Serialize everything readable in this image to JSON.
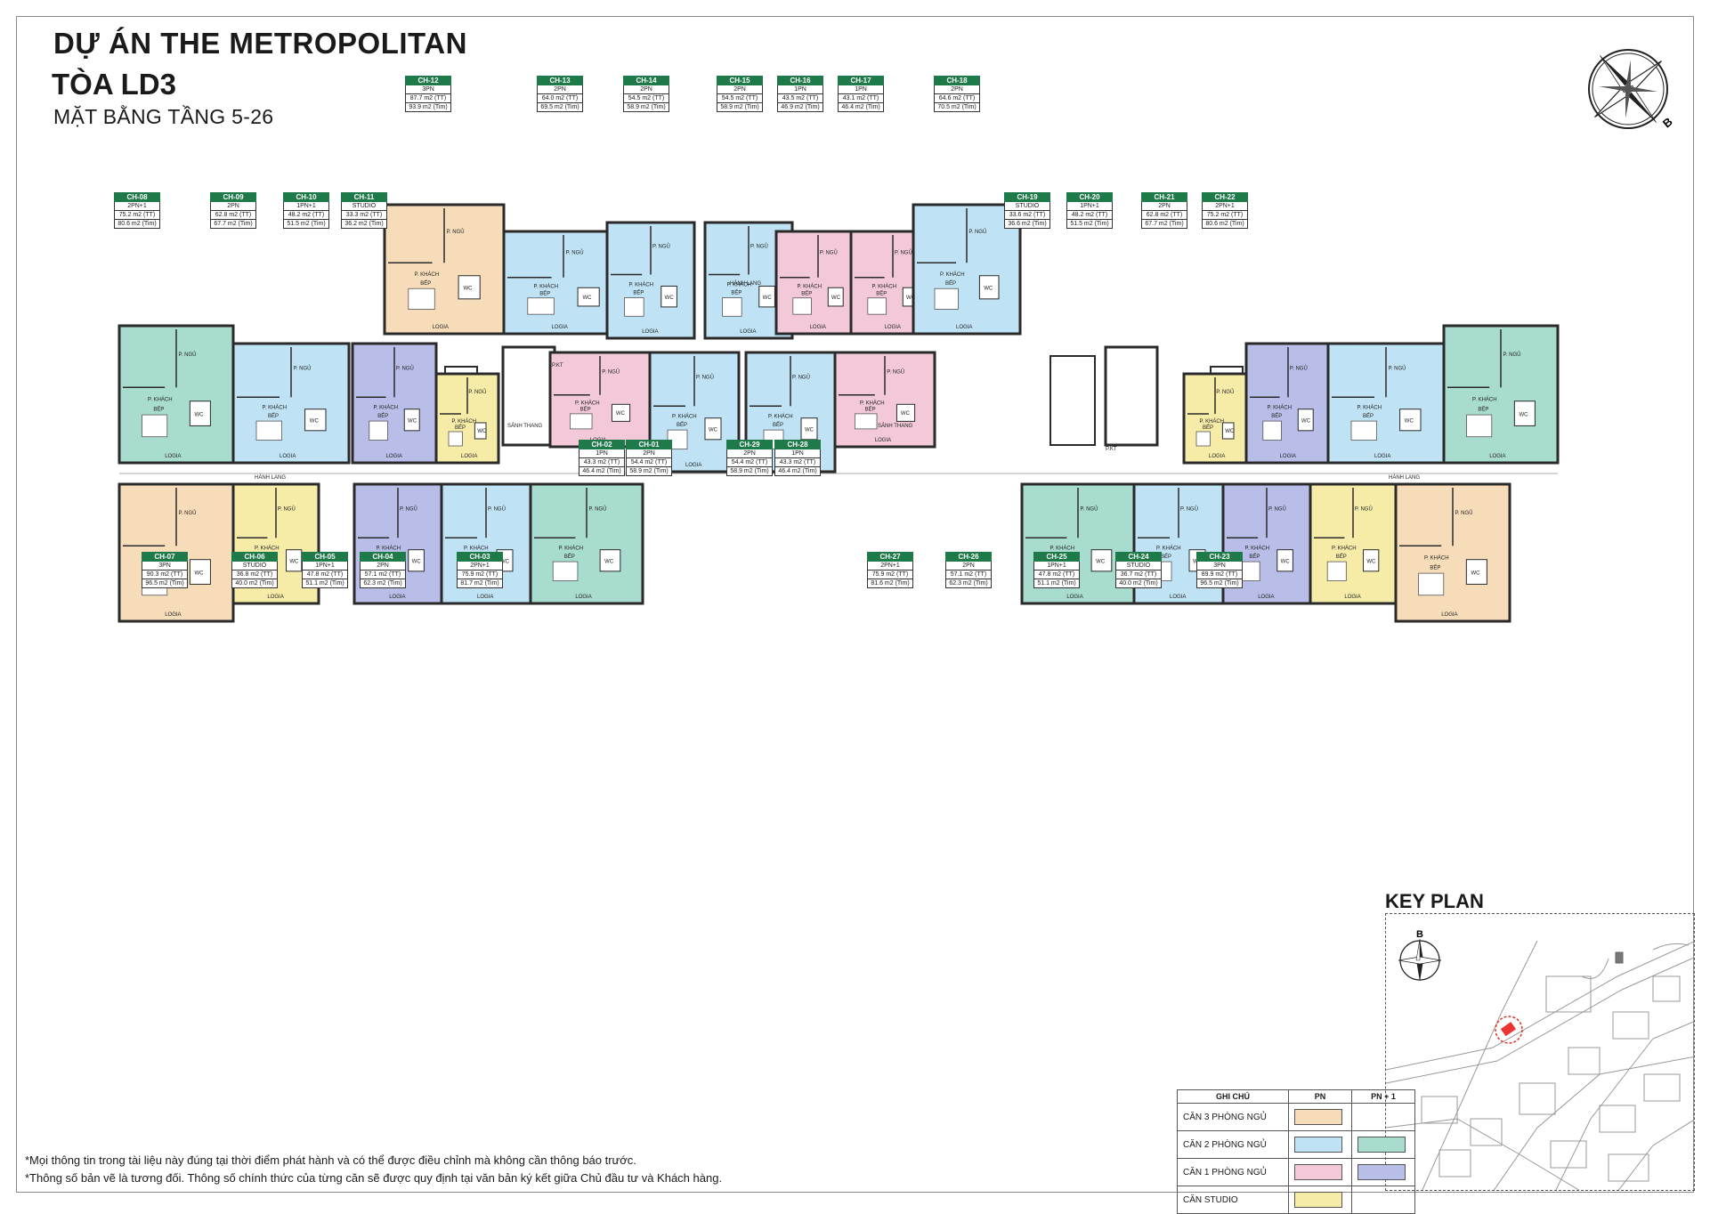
{
  "header": {
    "line1": "DỰ ÁN THE METROPOLITAN",
    "line2": "TÒA LD3",
    "line3": "MẶT BẰNG TẦNG 5-26"
  },
  "compass_letter": "B",
  "colors": {
    "three_bed": "#f6dcb8",
    "two_bed": "#bfe3f4",
    "two_bed_plus": "#a8dccf",
    "one_bed": "#f3c9d9",
    "one_bed_plus": "#b8bee8",
    "studio": "#f6eca8",
    "wall": "#2a2a2a",
    "header_green": "#1f7a4a"
  },
  "units": [
    {
      "code": "CH-01",
      "type": "2PN",
      "tt": "54.4 m2 (TT)",
      "tim": "58.9 m2 (Tim)"
    },
    {
      "code": "CH-02",
      "type": "1PN",
      "tt": "43.3 m2 (TT)",
      "tim": "46.4 m2 (Tim)"
    },
    {
      "code": "CH-03",
      "type": "2PN+1",
      "tt": "75.9 m2 (TT)",
      "tim": "81.7 m2 (Tim)"
    },
    {
      "code": "CH-04",
      "type": "2PN",
      "tt": "57.1 m2 (TT)",
      "tim": "62.3 m2 (Tim)"
    },
    {
      "code": "CH-05",
      "type": "1PN+1",
      "tt": "47.8 m2 (TT)",
      "tim": "51.1 m2 (Tim)"
    },
    {
      "code": "CH-06",
      "type": "STUDIO",
      "tt": "36.8 m2 (TT)",
      "tim": "40.0 m2 (Tim)"
    },
    {
      "code": "CH-07",
      "type": "3PN",
      "tt": "90.3 m2 (TT)",
      "tim": "96.5 m2 (Tim)"
    },
    {
      "code": "CH-08",
      "type": "2PN+1",
      "tt": "75.2 m2 (TT)",
      "tim": "80.6 m2 (Tim)"
    },
    {
      "code": "CH-09",
      "type": "2PN",
      "tt": "62.8 m2 (TT)",
      "tim": "67.7 m2 (Tim)"
    },
    {
      "code": "CH-10",
      "type": "1PN+1",
      "tt": "48.2 m2 (TT)",
      "tim": "51.5 m2 (Tim)"
    },
    {
      "code": "CH-11",
      "type": "STUDIO",
      "tt": "33.3 m2 (TT)",
      "tim": "36.2 m2 (Tim)"
    },
    {
      "code": "CH-12",
      "type": "3PN",
      "tt": "87.7 m2 (TT)",
      "tim": "93.9 m2 (Tim)"
    },
    {
      "code": "CH-13",
      "type": "2PN",
      "tt": "64.0 m2 (TT)",
      "tim": "69.5 m2 (Tim)"
    },
    {
      "code": "CH-14",
      "type": "2PN",
      "tt": "54.5 m2 (TT)",
      "tim": "58.9 m2 (Tim)"
    },
    {
      "code": "CH-15",
      "type": "2PN",
      "tt": "54.5 m2 (TT)",
      "tim": "58.9 m2 (Tim)"
    },
    {
      "code": "CH-16",
      "type": "1PN",
      "tt": "43.5 m2 (TT)",
      "tim": "46.9 m2 (Tim)"
    },
    {
      "code": "CH-17",
      "type": "1PN",
      "tt": "43.1 m2 (TT)",
      "tim": "46.4 m2 (Tim)"
    },
    {
      "code": "CH-18",
      "type": "2PN",
      "tt": "64.6 m2 (TT)",
      "tim": "70.5 m2 (Tim)"
    },
    {
      "code": "CH-19",
      "type": "STUDIO",
      "tt": "33.6 m2 (TT)",
      "tim": "36.6 m2 (Tim)"
    },
    {
      "code": "CH-20",
      "type": "1PN+1",
      "tt": "48.2 m2 (TT)",
      "tim": "51.5 m2 (Tim)"
    },
    {
      "code": "CH-21",
      "type": "2PN",
      "tt": "62.8 m2 (TT)",
      "tim": "67.7 m2 (Tim)"
    },
    {
      "code": "CH-22",
      "type": "2PN+1",
      "tt": "75.2 m2 (TT)",
      "tim": "80.6 m2 (Tim)"
    },
    {
      "code": "CH-23",
      "type": "3PN",
      "tt": "89.9 m2 (TT)",
      "tim": "96.5 m2 (Tim)"
    },
    {
      "code": "CH-24",
      "type": "STUDIO",
      "tt": "36.7 m2 (TT)",
      "tim": "40.0 m2 (Tim)"
    },
    {
      "code": "CH-25",
      "type": "1PN+1",
      "tt": "47.8 m2 (TT)",
      "tim": "51.1 m2 (Tim)"
    },
    {
      "code": "CH-26",
      "type": "2PN",
      "tt": "57.1 m2 (TT)",
      "tim": "62.3 m2 (Tim)"
    },
    {
      "code": "CH-27",
      "type": "2PN+1",
      "tt": "75.9 m2 (TT)",
      "tim": "81.6 m2 (Tim)"
    },
    {
      "code": "CH-28",
      "type": "1PN",
      "tt": "43.3 m2 (TT)",
      "tim": "46.4 m2 (Tim)"
    },
    {
      "code": "CH-29",
      "type": "2PN",
      "tt": "54.4 m2 (TT)",
      "tim": "58.9 m2 (Tim)"
    }
  ],
  "room_labels": {
    "bedroom": "P. NGỦ",
    "living": "P. KHÁCH",
    "kitchen": "BẾP",
    "logia": "LOGIA",
    "wc": "WC",
    "studio": "STUDIO",
    "corridor": "HÀNH LANG",
    "lobby": "SẢNH THANG",
    "tech": "P.KT"
  },
  "key_plan": {
    "title": "KEY PLAN",
    "compass_letter": "B"
  },
  "legend": {
    "header": [
      "GHI CHÚ",
      "PN",
      "PN + 1"
    ],
    "rows": [
      {
        "label": "CĂN 3 PHÒNG NGỦ",
        "pn": "#f6dcb8",
        "pn1": ""
      },
      {
        "label": "CĂN 2 PHÒNG NGỦ",
        "pn": "#bfe3f4",
        "pn1": "#a8dccf"
      },
      {
        "label": "CĂN 1 PHÒNG NGỦ",
        "pn": "#f3c9d9",
        "pn1": "#b8bee8"
      },
      {
        "label": "CĂN STUDIO",
        "pn": "#f6eca8",
        "pn1": ""
      }
    ]
  },
  "notes": [
    "*Mọi thông tin trong tài liệu này đúng tại thời điểm phát hành và có thể được điều chỉnh mà không cần thông báo trước.",
    "*Thông số bản vẽ là tương đối. Thông số chính thức của từng căn sẽ được quy định tại văn bản ký kết giữa Chủ đầu tư và Khách hàng."
  ]
}
